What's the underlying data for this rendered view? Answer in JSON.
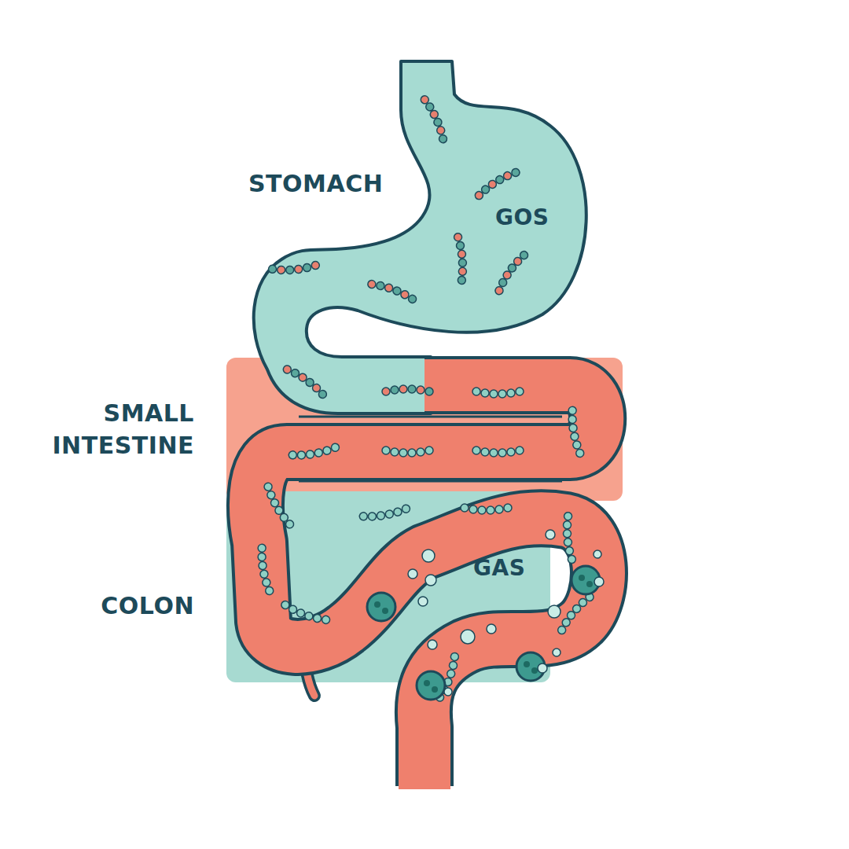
{
  "diagram": {
    "labels": [
      "STOMACH",
      "GOS",
      "SMALL INTESTINE",
      "COLON",
      "GAS"
    ]
  }
}
